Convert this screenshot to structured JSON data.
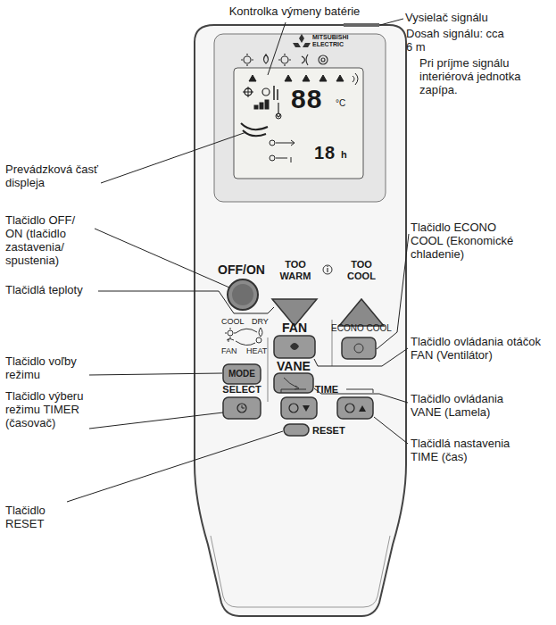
{
  "diagram": {
    "labels": [
      "Kontrolka výmeny batérie",
      "Vysielač signálu",
      "Dosah signálu: cca 6 m",
      "Pri príjme signálu interiérová jednotka zapípa.",
      "Prevádzková časť displeja",
      "Tlačidlo OFF/ ON (tlačidlo zastavenia/ spustenia)",
      "Tlačidlá teploty",
      "Tlačidlo voľby režimu",
      "Tlačidlo výberu režimu TIMER (časovač)",
      "Tlačidlo RESET",
      "Tlačidlo ECONO COOL (Ekonomické chladenie)",
      "Tlačidlo ovládania otáčok FAN (Ventilátor)",
      "Tlačidlo ovládania VANE (Lamela)",
      "Tlačidlá nastavenia TIME (čas)",
      "MITSUBISHI",
      "ELECTRIC",
      "88",
      "°C",
      "18",
      "h",
      "OFF/ON",
      "TOO WARM",
      "TOO COOL",
      "COOL",
      "DRY",
      "FAN",
      "HEAT",
      "MODE",
      "FAN",
      "VANE",
      "ECONO COOL",
      "SELECT",
      "TIME",
      "RESET"
    ]
  }
}
